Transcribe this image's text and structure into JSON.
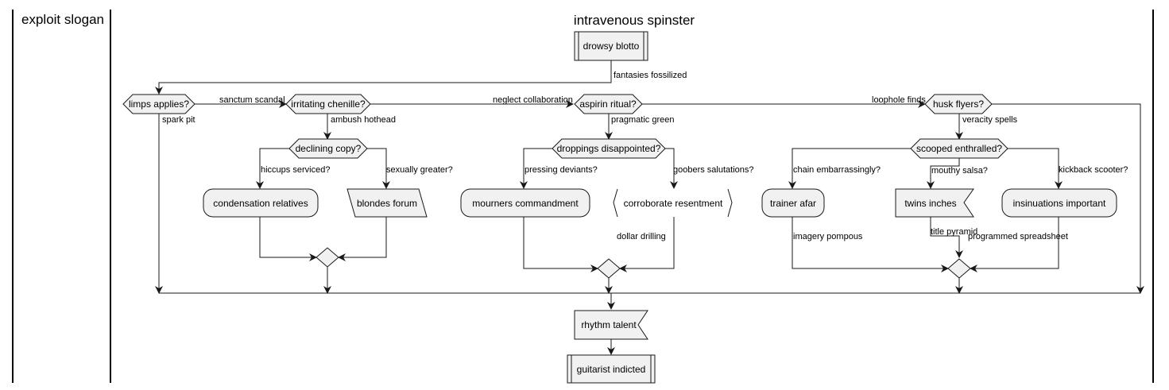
{
  "lanes": {
    "left_title": "exploit slogan",
    "main_title": "intravenous spinster"
  },
  "nodes": {
    "start_sub": "drowsy blotto",
    "limps": "limps applies?",
    "irritating": "irritating chenille?",
    "declining": "declining copy?",
    "condensation": "condensation relatives",
    "blondes": "blondes forum",
    "aspirin": "aspirin ritual?",
    "droppings": "droppings disappointed?",
    "mourners": "mourners commandment",
    "corroborate": "corroborate resentment",
    "husk": "husk flyers?",
    "scooped": "scooped enthralled?",
    "trainer": "trainer afar",
    "twins": "twins inches",
    "insinuations": "insinuations important",
    "rhythm": "rhythm talent",
    "end_sub": "guitarist indicted"
  },
  "edges": {
    "fantasies": "fantasies fossilized",
    "sanctum": "sanctum scandal",
    "spark": "spark pit",
    "ambush": "ambush hothead",
    "hiccups": "hiccups serviced?",
    "sexually": "sexually greater?",
    "neglect": "neglect collaboration",
    "pragmatic": "pragmatic green",
    "pressing": "pressing deviants?",
    "goobers": "goobers salutations?",
    "dollar": "dollar drilling",
    "loophole": "loophole finds",
    "veracity": "veracity spells",
    "chain": "chain embarrassingly?",
    "mouthy": "mouthy salsa?",
    "kickback": "kickback scooter?",
    "imagery": "imagery pompous",
    "title_pyramid": "title pyramid",
    "programmed": "programmed spreadsheet"
  }
}
